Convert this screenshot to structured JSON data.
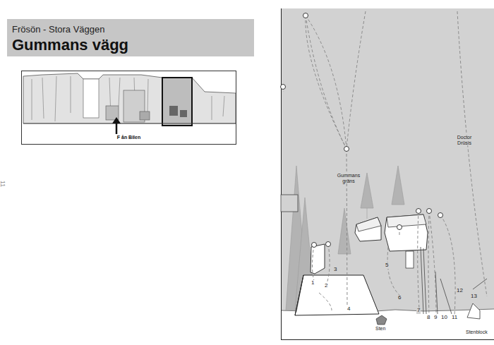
{
  "diagram": {
    "nodes": [
      {
        "text": [
          "Frösön - Stora Väggen",
          "Gummans vägg"
        ]
      },
      {
        "text": [
          "F ån Bilen"
        ]
      }
    ],
    "labels": [
      "11",
      "Gummans gräns",
      "Doctor Drüsis",
      "1",
      "2",
      "3",
      "4",
      "5",
      "6",
      "7",
      "8",
      "9",
      "10",
      "11",
      "12",
      "13",
      "Sten",
      "Stenblock"
    ]
  }
}
